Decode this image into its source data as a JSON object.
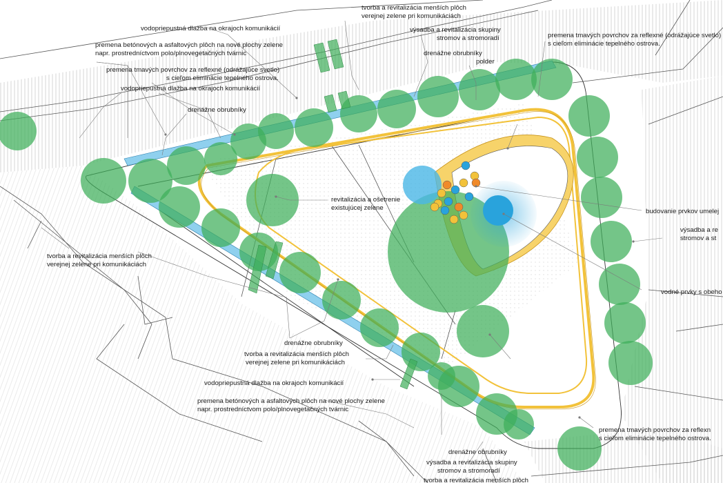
{
  "labels": {
    "tl_permeable_paving": "vodopriepustná dlažba na okrajoch komunikácií",
    "tl_concrete_1": "premena betónových a asfaltových plôch na nové plochy zelene",
    "tl_concrete_2": "napr. prostredníctvom polo/plnovegetačných tvárnic",
    "tl_reflective_1": "premena tmavých povrchov za reflexné (odrážajúce svetlo)",
    "tl_reflective_2": "s cieľom eliminácie tepelného ostrova.",
    "tl_permeable_paving_2": "vodopriepustná dlažba na okrajoch komunikácií",
    "tl_drain_curbs": "drenážne obrubníky",
    "tc_small_green_1": "tvorba a revitalizácia menších plôch",
    "tc_small_green_2": "verejnej zelene pri komunikáciách",
    "tc_planting_1": "výsadba a revitalizácia skupiny",
    "tc_planting_2": "stromov a stromoradí",
    "tc_drain_polder_1": "drenážne obrubníky",
    "tc_drain_polder_2": "polder",
    "tr_reflective_1": "premena tmavých povrchov za reflexné (odrážajúce svetlo)",
    "tr_reflective_2": "s cieľom eliminácie tepelného ostrova.",
    "c_existing_green_1": "revitalizácia a ošetrenie",
    "c_existing_green_2": "existujúcej zelene",
    "r_artificial": "budovanie prvkov umelej",
    "r_planting_1": "výsadba a re",
    "r_planting_2": "stromov a st",
    "r_water": "vodné prvky s obeho",
    "l_small_green_1": "tvorba a revitalizácia menších plôch",
    "l_small_green_2": "verejnej zelene pri komunikáciách",
    "b_drain_curbs": "drenážne obrubníky",
    "b_small_green_1": "tvorba a revitalizácia menších plôch",
    "b_small_green_2": "verejnej zelene pri komunikáciách",
    "b_permeable_paving": "vodopriepustná dlažba na okrajoch komunikácií",
    "b_concrete_1": "premena betónových a asfaltových plôch na nové plochy zelene",
    "b_concrete_2": "napr. prostredníctvom polo/plnovegetačných tvárnic",
    "br_reflective_1": "premena tmavých povrchov za reflexn",
    "br_reflective_2": "s cieľom eliminácie tepelného ostrova.",
    "bc_drain_curbs": "drenážne obrubníky",
    "bc_planting_1": "výsadba a revitalizácia skupiny",
    "bc_planting_2": "stromov a stromoradí",
    "bc_small_green": "tvorba a revitalizácia menších plôch"
  },
  "colors": {
    "tree": "#3fae5a",
    "tree_edge": "#2f9a4c",
    "water": "#29a3dc",
    "path": "#f2c23a",
    "path_fill": "#f7d36a",
    "curb": "#8fd0ee",
    "hatch": "#b5b5b5",
    "building_line": "#555555"
  },
  "icons": [
    "tree-canopy-icon",
    "water-element-icon",
    "seating-icon"
  ]
}
